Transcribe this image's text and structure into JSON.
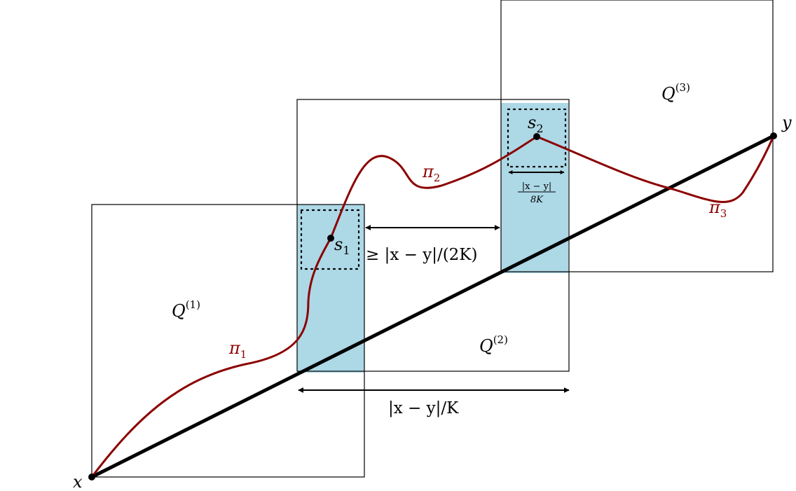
{
  "colors": {
    "path": "#8b0000",
    "highlight": "#add8e6",
    "line": "#000000"
  },
  "points": {
    "x": "x",
    "y": "y",
    "s1": "s",
    "s1_sub": "1",
    "s2": "s",
    "s2_sub": "2"
  },
  "boxes": {
    "q1": "Q",
    "q1_sup": "(1)",
    "q2": "Q",
    "q2_sup": "(2)",
    "q3": "Q",
    "q3_sup": "(3)"
  },
  "paths": {
    "pi1": "π",
    "pi1_sub": "1",
    "pi2": "π",
    "pi2_sub": "2",
    "pi3": "π",
    "pi3_sub": "3"
  },
  "measures": {
    "gap": "≥ |x − y|/(2K)",
    "width": "|x − y|/K",
    "small_num": "|x − y|",
    "small_den": "8K"
  }
}
